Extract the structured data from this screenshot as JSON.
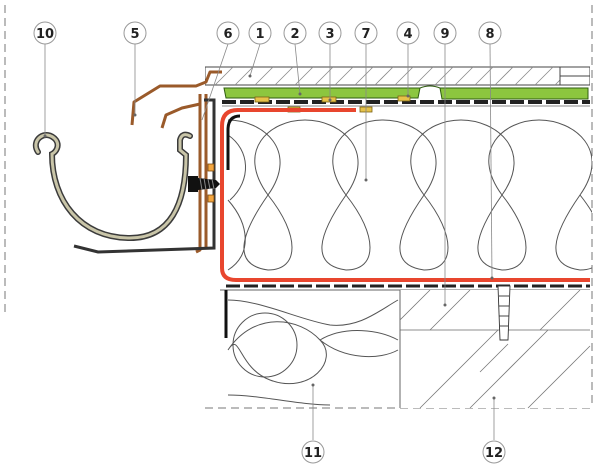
{
  "callouts": {
    "c1": "1",
    "c2": "2",
    "c3": "3",
    "c4": "4",
    "c5": "5",
    "c6": "6",
    "c7": "7",
    "c8": "8",
    "c9": "9",
    "c10": "10",
    "c11": "11",
    "c12": "12"
  },
  "colors": {
    "waterproofing": "#e8462e",
    "green_layer": "#8cc63f",
    "gutter_fill": "#c9c5a8",
    "gutter_stroke": "#3b3b3b",
    "copper": "#9a5a2a",
    "callout_ring": "#888888",
    "line": "#555555"
  },
  "icons": {
    "screw": "screw-fastener-icon",
    "dowel": "anchor-dowel-icon"
  }
}
